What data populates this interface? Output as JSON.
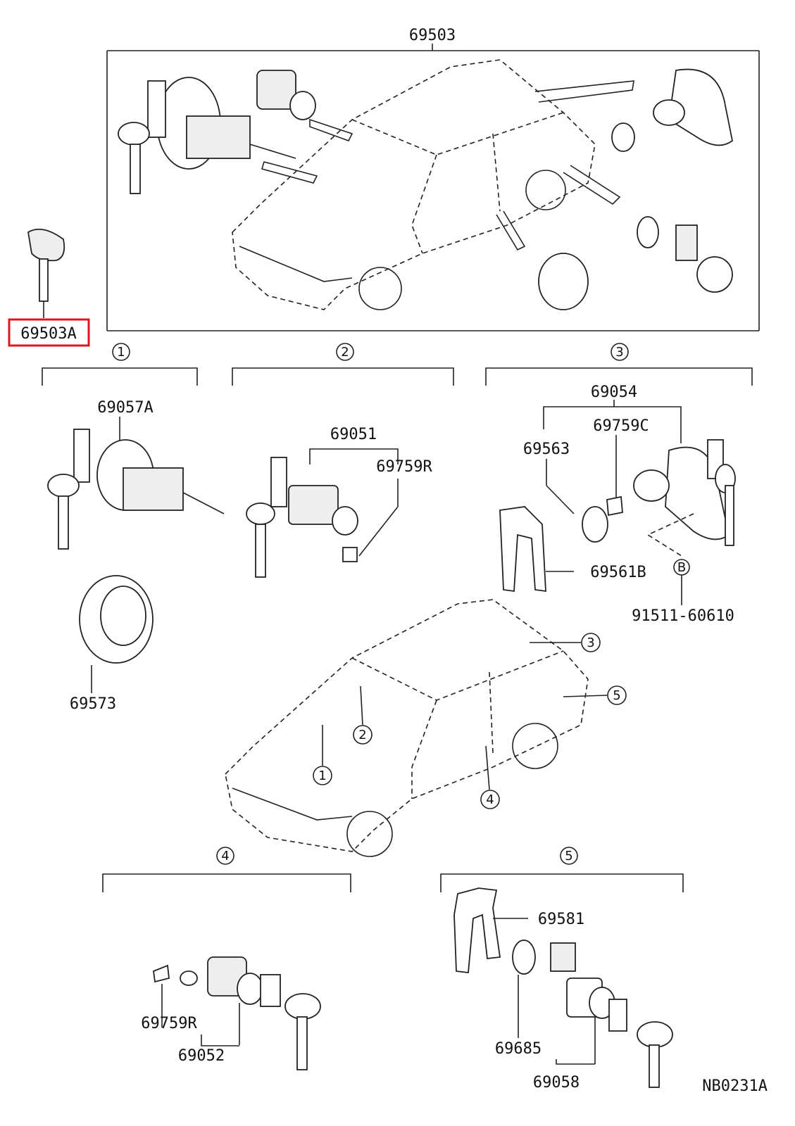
{
  "diagram": {
    "assembly_number": "69503",
    "highlighted_part": "69503A",
    "drawing_code": "NB0231A",
    "accent_color": "#e0141b",
    "groups": [
      {
        "id": "1",
        "parts": [
          "69057A",
          "69573"
        ]
      },
      {
        "id": "2",
        "parts": [
          "69051",
          "69759R"
        ]
      },
      {
        "id": "3",
        "parts": [
          "69054",
          "69759C",
          "69563",
          "69561B",
          "B",
          "91511-60610"
        ]
      },
      {
        "id": "4",
        "parts": [
          "69759R",
          "69052"
        ]
      },
      {
        "id": "5",
        "parts": [
          "69581",
          "69685",
          "69058"
        ]
      }
    ]
  }
}
